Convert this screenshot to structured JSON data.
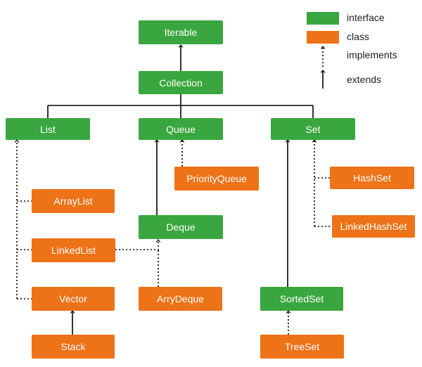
{
  "colors": {
    "interface": "#3aa63f",
    "class": "#ee7218",
    "line": "#000000"
  },
  "legend": {
    "interface_label": "interface",
    "class_label": "class",
    "implements_label": "implements",
    "extends_label": "extends"
  },
  "nodes": {
    "iterable": {
      "label": "Iterable",
      "kind": "interface"
    },
    "collection": {
      "label": "Collection",
      "kind": "interface"
    },
    "list": {
      "label": "List",
      "kind": "interface"
    },
    "queue": {
      "label": "Queue",
      "kind": "interface"
    },
    "set": {
      "label": "Set",
      "kind": "interface"
    },
    "priorityqueue": {
      "label": "PriorityQueue",
      "kind": "class"
    },
    "hashset": {
      "label": "HashSet",
      "kind": "class"
    },
    "arraylist": {
      "label": "ArrayList",
      "kind": "class"
    },
    "linkedhashset": {
      "label": "LinkedHashSet",
      "kind": "class"
    },
    "linkedlist": {
      "label": "LinkedList",
      "kind": "class"
    },
    "deque": {
      "label": "Deque",
      "kind": "interface"
    },
    "vector": {
      "label": "Vector",
      "kind": "class"
    },
    "arrydeque": {
      "label": "ArryDeque",
      "kind": "class"
    },
    "sortedset": {
      "label": "SortedSet",
      "kind": "interface"
    },
    "stack": {
      "label": "Stack",
      "kind": "class"
    },
    "treeset": {
      "label": "TreeSet",
      "kind": "class"
    }
  },
  "relations": [
    {
      "from": "collection",
      "to": "iterable",
      "type": "extends"
    },
    {
      "from": "list",
      "to": "collection",
      "type": "extends"
    },
    {
      "from": "queue",
      "to": "collection",
      "type": "extends"
    },
    {
      "from": "set",
      "to": "collection",
      "type": "extends"
    },
    {
      "from": "arraylist",
      "to": "list",
      "type": "implements"
    },
    {
      "from": "linkedlist",
      "to": "list",
      "type": "implements"
    },
    {
      "from": "vector",
      "to": "list",
      "type": "implements"
    },
    {
      "from": "stack",
      "to": "vector",
      "type": "extends"
    },
    {
      "from": "priorityqueue",
      "to": "queue",
      "type": "implements"
    },
    {
      "from": "deque",
      "to": "queue",
      "type": "extends"
    },
    {
      "from": "linkedlist",
      "to": "deque",
      "type": "implements"
    },
    {
      "from": "arrydeque",
      "to": "deque",
      "type": "implements"
    },
    {
      "from": "hashset",
      "to": "set",
      "type": "implements"
    },
    {
      "from": "linkedhashset",
      "to": "set",
      "type": "implements"
    },
    {
      "from": "sortedset",
      "to": "set",
      "type": "extends"
    },
    {
      "from": "treeset",
      "to": "sortedset",
      "type": "implements"
    }
  ]
}
